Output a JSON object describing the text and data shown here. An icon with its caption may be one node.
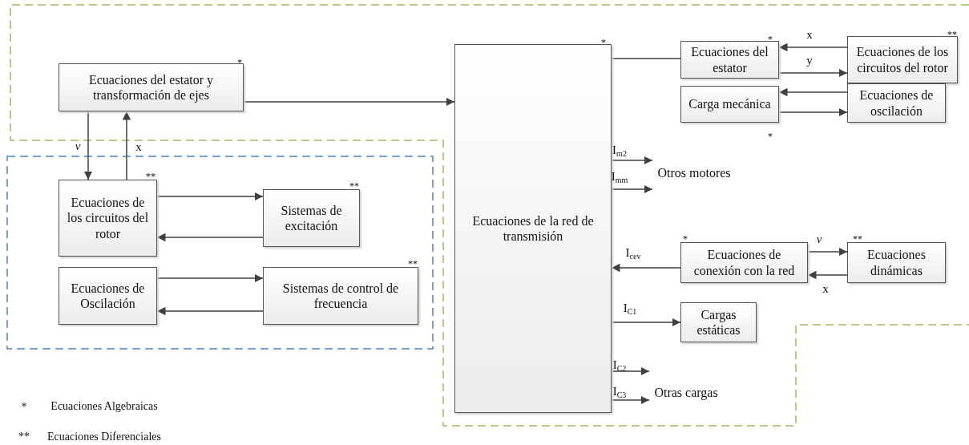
{
  "diagram": {
    "nodes": [
      {
        "text": [
          "Ecuaciones del estator y transformación de ejes"
        ],
        "beside": [
          "*"
        ]
      },
      {
        "text": [
          "Ecuaciones de los circuitos del rotor"
        ],
        "beside": [
          "**"
        ]
      },
      {
        "text": [
          "Sistemas de excitación"
        ],
        "beside": [
          "**"
        ]
      },
      {
        "text": [
          "Ecuaciones de Oscilación"
        ]
      },
      {
        "text": [
          "Sistemas de control de frecuencia"
        ],
        "beside": [
          "**"
        ]
      },
      {
        "text": [
          "Ecuaciones de la red de transmisión"
        ],
        "beside": [
          "*"
        ]
      },
      {
        "text": [
          "Ecuaciones del estator"
        ],
        "beside": [
          "*"
        ]
      },
      {
        "text": [
          "Ecuaciones de los circuitos del rotor"
        ],
        "beside": [
          "**"
        ]
      },
      {
        "text": [
          "Carga mecánica"
        ],
        "beside": [
          "*"
        ]
      },
      {
        "text": [
          "Ecuaciones de oscilación"
        ]
      },
      {
        "text": [
          "Otros motores"
        ]
      },
      {
        "text": [
          "Ecuaciones de conexión con la red"
        ],
        "beside": [
          "*"
        ]
      },
      {
        "text": [
          "Ecuaciones dinámicas"
        ],
        "beside": [
          "**"
        ]
      },
      {
        "text": [
          "Cargas estáticas"
        ]
      },
      {
        "text": [
          "Otras cargas"
        ]
      }
    ],
    "edges": [
      {
        "from": 0,
        "to": 5,
        "arrow": "to"
      },
      {
        "from": 0,
        "to": 1,
        "arrow": "to",
        "label": "*v*"
      },
      {
        "from": 1,
        "to": 0,
        "arrow": "to",
        "label": "x"
      },
      {
        "from": 1,
        "to": 2,
        "arrow": "to"
      },
      {
        "from": 2,
        "to": 1,
        "arrow": "to"
      },
      {
        "from": 3,
        "to": 4,
        "arrow": "to"
      },
      {
        "from": 4,
        "to": 3,
        "arrow": "to"
      },
      {
        "from": 5,
        "to": 6,
        "arrow": "none"
      },
      {
        "from": 7,
        "to": 6,
        "arrow": "to",
        "label": "x"
      },
      {
        "from": 6,
        "to": 7,
        "arrow": "to",
        "label": "y"
      },
      {
        "from": 9,
        "to": 8,
        "arrow": "to"
      },
      {
        "from": 8,
        "to": 9,
        "arrow": "to"
      },
      {
        "from": 5,
        "to": 10,
        "arrow": "to",
        "label": "I$_{m2}$"
      },
      {
        "from": 5,
        "to": 10,
        "arrow": "to",
        "label": "I$_{mm}$"
      },
      {
        "from": 11,
        "to": 5,
        "arrow": "to",
        "label": "I$_{cev}$"
      },
      {
        "from": 11,
        "to": 12,
        "arrow": "to",
        "label": "*v*"
      },
      {
        "from": 12,
        "to": 11,
        "arrow": "to",
        "label": "x"
      },
      {
        "from": 5,
        "to": 13,
        "arrow": "to",
        "label": "I$_{C1}$"
      },
      {
        "from": 5,
        "to": 14,
        "arrow": "to",
        "label": "I$_{C2}$"
      },
      {
        "from": 5,
        "to": 14,
        "arrow": "to",
        "label": "I$_{C3}$"
      }
    ],
    "labels": [
      "*",
      "Ecuaciones Algebraicas",
      "**",
      "Ecuaciones Diferenciales"
    ]
  }
}
